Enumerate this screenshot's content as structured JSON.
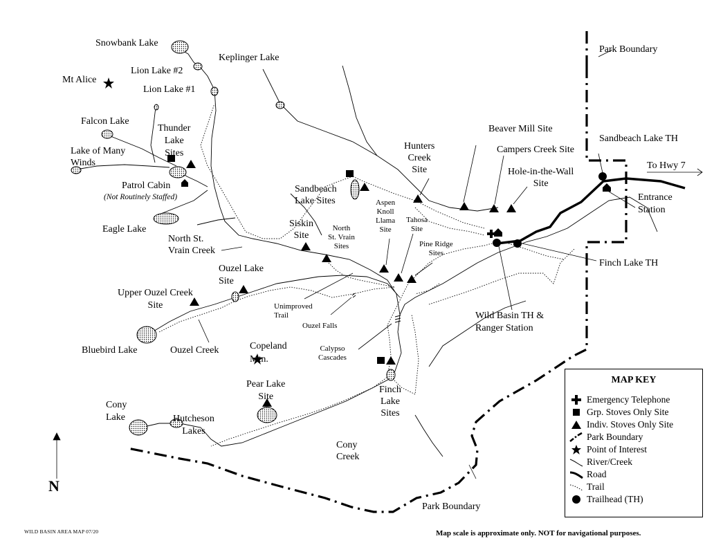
{
  "map": {
    "labels": {
      "snowbank": "Snowbank Lake",
      "keplinger": "Keplinger Lake",
      "lion2": "Lion Lake #2",
      "mt_alice": "Mt Alice",
      "lion1": "Lion Lake #1",
      "falcon": "Falcon Lake",
      "thunder": "Thunder\nLake\nSites",
      "many_winds": "Lake of Many\nWinds",
      "patrol": "Patrol Cabin",
      "patrol_note": "(Not Routinely Staffed)",
      "eagle": "Eagle Lake",
      "north_st_vrain_creek": "North St.\nVrain Creek",
      "siskin": "Siskin\nSite",
      "north_st_vrain_sites": "North\nSt. Vrain\nSites",
      "sandbeach_sites": "Sandbeach\nLake Sites",
      "hunters": "Hunters\nCreek\nSite",
      "aspen": "Aspen\nKnoll\nLlama\nSite",
      "tahosa": "Tahosa\nSite",
      "pine_ridge": "Pine Ridge\nSites",
      "beaver": "Beaver Mill Site",
      "campers": "Campers Creek Site",
      "hole": "Hole-in-the-Wall\nSite",
      "park_boundary_top": "Park Boundary",
      "sandbeach_th": "Sandbeach Lake TH",
      "to_hwy": "To Hwy 7",
      "entrance": "Entrance\nStation",
      "finch_th": "Finch Lake TH",
      "wild_basin": "Wild Basin TH &\nRanger Station",
      "ouzel_lake": "Ouzel Lake\nSite",
      "upper_ouzel": "Upper Ouzel Creek\nSite",
      "unimproved": "Unimproved\nTrail",
      "ouzel_falls": "Ouzel Falls",
      "bluebird": "Bluebird Lake",
      "ouzel_creek": "Ouzel Creek",
      "copeland": "Copeland\nMtn.",
      "calypso": "Calypso\nCascades",
      "pear": "Pear Lake\nSite",
      "finch_sites": "Finch\nLake\nSites",
      "cony_lake": "Cony\nLake",
      "hutcheson": "Hutcheson\nLakes",
      "cony_creek": "Cony\nCreek",
      "park_boundary_bottom": "Park Boundary",
      "north": "N"
    },
    "credit": "WILD BASIN AREA MAP 07/20",
    "disclaimer": "Map scale is approximate only.  NOT for navigational purposes."
  },
  "key": {
    "title": "MAP KEY",
    "items": [
      {
        "symbol": "emergency-telephone",
        "label": "Emergency Telephone"
      },
      {
        "symbol": "group-stove",
        "label": "Grp. Stoves Only Site"
      },
      {
        "symbol": "individual-stove",
        "label": "Indiv. Stoves Only Site"
      },
      {
        "symbol": "park-boundary",
        "label": "Park Boundary"
      },
      {
        "symbol": "point-of-interest",
        "label": "Point of Interest"
      },
      {
        "symbol": "river-creek",
        "label": "River/Creek"
      },
      {
        "symbol": "road",
        "label": "Road"
      },
      {
        "symbol": "trail",
        "label": "Trail"
      },
      {
        "symbol": "trailhead",
        "label": "Trailhead (TH)"
      }
    ]
  },
  "colors": {
    "ink": "#000000",
    "paper": "#ffffff",
    "lake_fill": "#d9d9d9"
  }
}
